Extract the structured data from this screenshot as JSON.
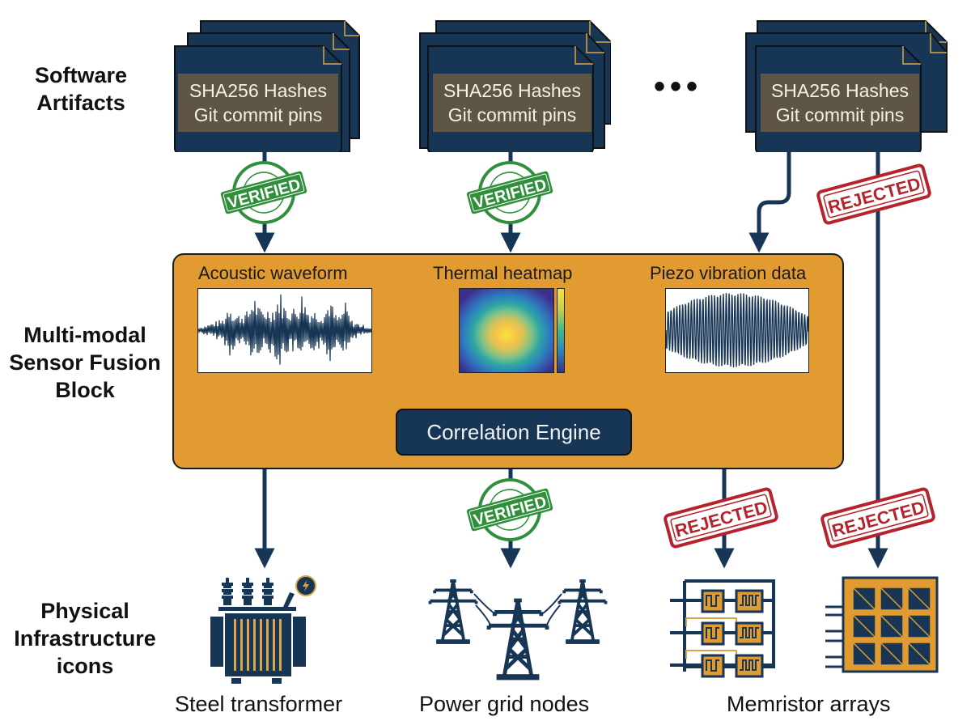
{
  "colors": {
    "navy": "#173554",
    "orange": "#e29b30",
    "doc_text_bg": "#5e5544",
    "gold": "#d9a54a",
    "verified_green": "#2f8f3a",
    "rejected_red": "#b5232c"
  },
  "row_labels": {
    "software": [
      "Software",
      "Artifacts"
    ],
    "fusion": [
      "Multi-modal",
      "Sensor Fusion",
      "Block"
    ],
    "physical": [
      "Physical",
      "Infrastructure",
      "icons"
    ]
  },
  "artifacts": [
    {
      "line1": "SHA256 Hashes",
      "line2": "Git commit pins",
      "status": "VERIFIED"
    },
    {
      "line1": "SHA256 Hashes",
      "line2": "Git commit pins",
      "status": "VERIFIED"
    },
    {
      "line1": "SHA256 Hashes",
      "line2": "Git commit pins",
      "status": "REJECTED"
    }
  ],
  "ellipsis": "•••",
  "fusion_block": {
    "panels": [
      {
        "title": "Acoustic waveform",
        "icon": "acoustic-waveform"
      },
      {
        "title": "Thermal heatmap",
        "icon": "thermal-heatmap"
      },
      {
        "title": "Piezo vibration data",
        "icon": "piezo-waveform"
      }
    ],
    "engine_label": "Correlation Engine"
  },
  "stamps": {
    "verified": "VERIFIED",
    "rejected": "REJECTED"
  },
  "outputs": [
    {
      "label": "Steel transformer",
      "icon": "transformer-icon",
      "status": "none"
    },
    {
      "label": "Power grid nodes",
      "icon": "power-tower-icon",
      "status": "VERIFIED"
    },
    {
      "label": "Memristor arrays",
      "icon": "memristor-icon",
      "status": "REJECTED"
    }
  ]
}
